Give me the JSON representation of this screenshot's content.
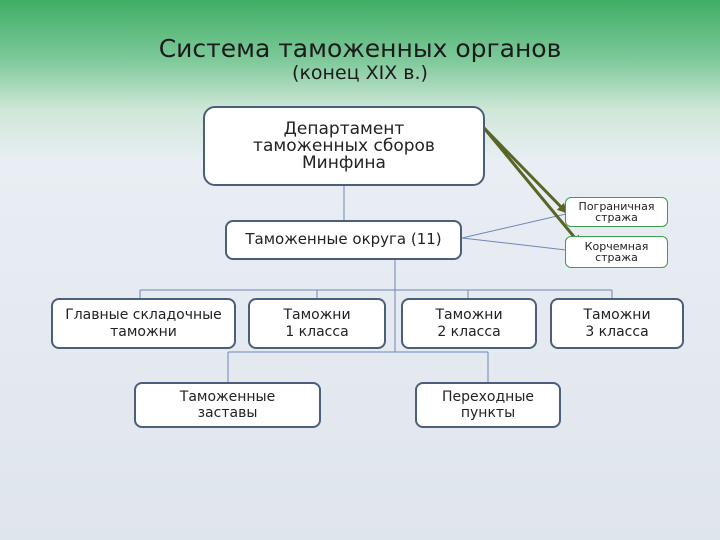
{
  "title": {
    "line1": "Система таможенных органов",
    "line2": "(конец XIX в.)"
  },
  "nodes": {
    "department": "Департамент\nтаможенных сборов\nМинфина",
    "districts": "Таможенные округа (11)",
    "border_guard": "Пограничная\nстража",
    "excise_guard": "Корчемная\nстража",
    "main_warehouse": "Главные складочные\nтаможни",
    "class1": "Таможни\n1 класса",
    "class2": "Таможни\n2 класса",
    "class3": "Таможни\n3 класса",
    "outposts": "Таможенные\nзаставы",
    "crossings": "Переходные\nпункты"
  },
  "colors": {
    "box_border": "#4c5f7a",
    "connector": "#6f86b8",
    "arrow": "#5a6427",
    "guard_border": "#3f9d4f"
  }
}
